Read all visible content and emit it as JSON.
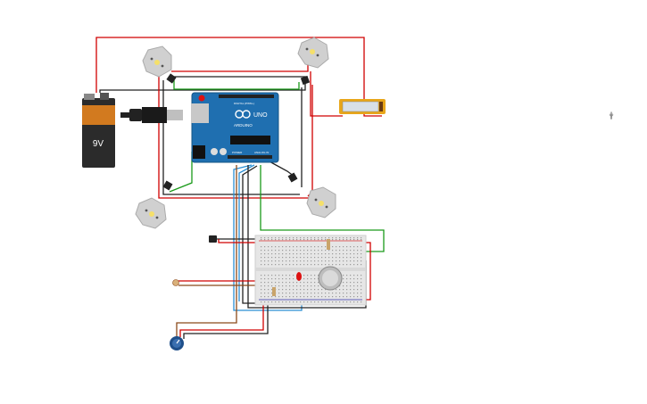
{
  "battery": {
    "label": "9V"
  },
  "arduino": {
    "brand": "ARDUINO",
    "model": "UNO",
    "pin_labels": {
      "digital": "DIGITAL (PWM~)",
      "analog": "ANALOG IN",
      "power": "POWER"
    }
  },
  "icons": {
    "corner": "person-icon",
    "motors": "dc-motor-icon",
    "potentiometer": "knob-icon",
    "photoresistor": "ldr-icon",
    "buzzer": "piezo-icon"
  },
  "colors": {
    "wire_red": "#d10000",
    "wire_black": "#222222",
    "wire_green": "#1a9a1a",
    "wire_blue": "#2a8fd4",
    "wire_brown": "#8b4a1a",
    "arduino_blue": "#1f6fb0",
    "breadboard": "#e8e8e8"
  }
}
